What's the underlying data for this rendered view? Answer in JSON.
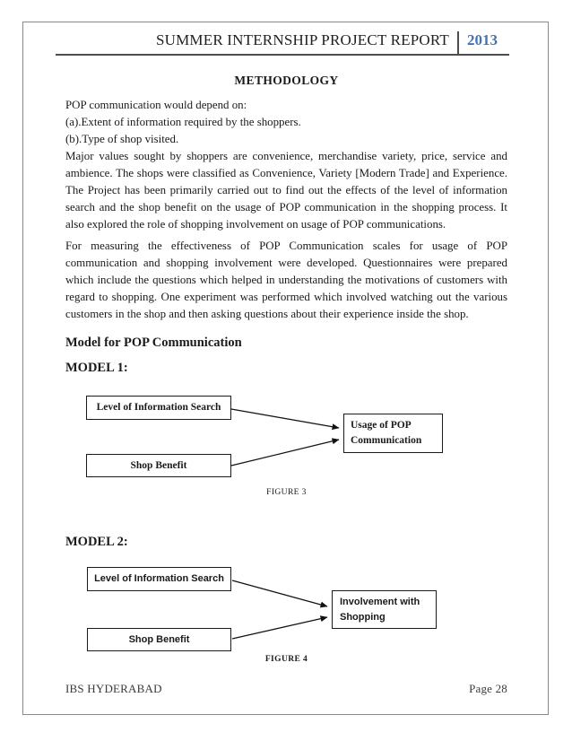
{
  "header": {
    "title": "SUMMER INTERNSHIP PROJECT REPORT",
    "year": "2013"
  },
  "section_title": "METHODOLOGY",
  "intro": {
    "line1": "POP communication would depend on:",
    "line2": "(a).Extent of information required by the shoppers.",
    "line3": "(b).Type of shop visited."
  },
  "paragraph1": "Major values sought by shoppers are convenience, merchandise variety, price, service and ambience. The shops were classified as Convenience, Variety [Modern Trade] and Experience. The Project has been primarily carried out to find out the effects of the level of information search and the shop benefit on the usage of POP communication in the shopping process. It also explored the role of shopping involvement on usage of POP communications.",
  "paragraph2": "For measuring the effectiveness of POP Communication scales for usage of POP communication and shopping involvement were developed. Questionnaires were prepared which include the questions which helped in understanding the motivations of customers with regard to shopping. One experiment was performed which involved watching out the various customers in the shop and then asking questions about their experience inside the shop.",
  "model_section_heading": "Model for POP Communication",
  "model1": {
    "heading": "MODEL 1:",
    "box_info_search": "Level of Information Search",
    "box_shop_benefit": "Shop Benefit",
    "box_outcome_line1": "Usage of POP",
    "box_outcome_line2": "Communication",
    "caption": "FIGURE 3"
  },
  "model2": {
    "heading": "MODEL 2:",
    "box_info_search": "Level of Information Search",
    "box_shop_benefit": "Shop Benefit",
    "box_outcome_line1": "Involvement with",
    "box_outcome_line2": "Shopping",
    "caption": "FIGURE 4"
  },
  "footer": {
    "left": "IBS HYDERABAD",
    "right": "Page 28"
  },
  "colors": {
    "year_accent": "#4472b4",
    "rule": "#4d4d4d",
    "page_border": "#8a8a8a"
  }
}
